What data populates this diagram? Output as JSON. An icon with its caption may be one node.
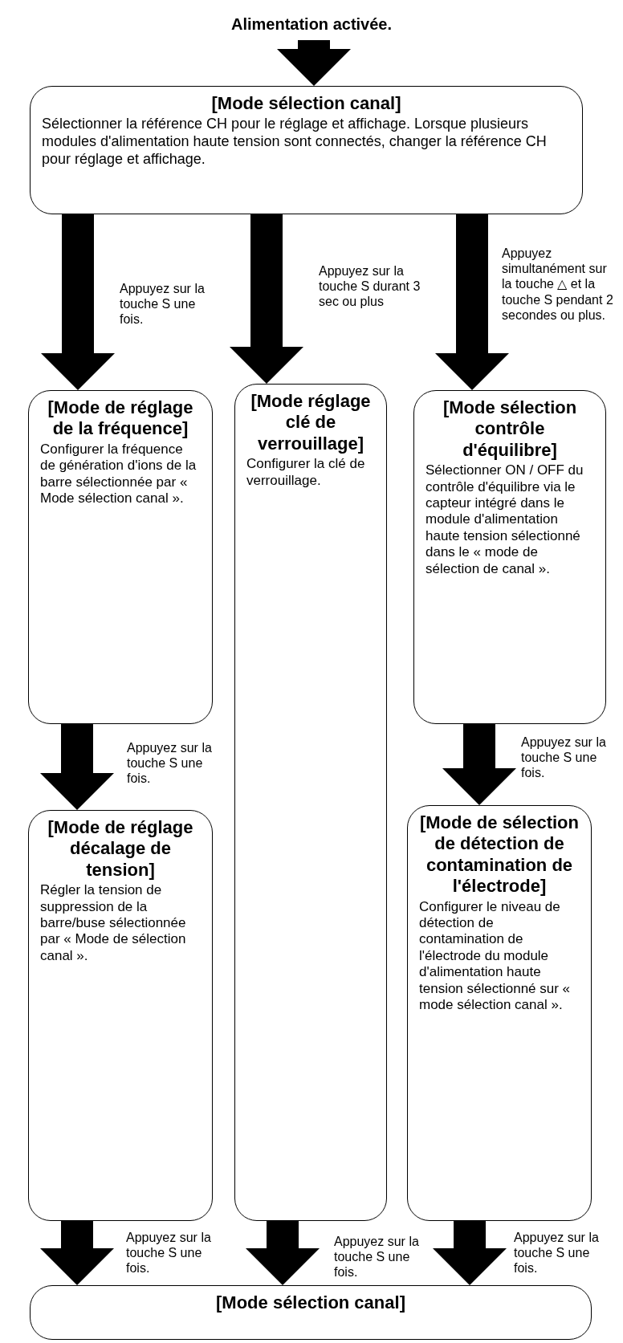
{
  "diagram": {
    "nodes": [
      {
        "text": [
          "Alimentation activée."
        ]
      },
      {
        "text": [
          "[Mode sélection canal]",
          "Sélectionner la référence CH pour le réglage et affichage. Lorsque plusieurs modules d'alimentation haute tension sont connectés, changer la référence CH pour réglage et affichage."
        ]
      },
      {
        "text": [
          "[Mode de réglage de la fréquence]",
          "Configurer la fréquence de génération d'ions de la barre sélectionnée par « Mode sélection canal »."
        ]
      },
      {
        "text": [
          "[Mode réglage clé de verrouillage]",
          "Configurer la clé de verrouillage."
        ]
      },
      {
        "text": [
          "[Mode sélection contrôle d'équilibre]",
          "Sélectionner ON / OFF du contrôle d'équilibre via le capteur intégré dans le module d'alimentation haute tension sélectionné dans le « mode de sélection de canal »."
        ]
      },
      {
        "text": [
          "[Mode de réglage décalage de tension]",
          "Régler la tension de suppression de la barre/buse sélectionnée par « Mode de sélection canal »."
        ]
      },
      {
        "text": [
          "[Mode de sélection de détection de contamination de l'électrode]",
          "Configurer le niveau de détection de contamination de l'électrode du module d'alimentation haute tension sélectionné sur « mode sélection canal »."
        ]
      },
      {
        "text": [
          "[Mode sélection canal]"
        ]
      }
    ],
    "edges": [
      {
        "from": 0,
        "to": 1,
        "arrow": "to"
      },
      {
        "from": 1,
        "to": 2,
        "arrow": "to",
        "label": "Appuyez sur la touche S une fois."
      },
      {
        "from": 1,
        "to": 3,
        "arrow": "to",
        "label": "Appuyez sur la touche S durant 3 sec ou plus"
      },
      {
        "from": 1,
        "to": 4,
        "arrow": "to",
        "label": "Appuyez simultanément sur la touche △ et la touche S pendant 2 secondes ou plus."
      },
      {
        "from": 2,
        "to": 5,
        "arrow": "to",
        "label": "Appuyez sur la touche S une fois."
      },
      {
        "from": 4,
        "to": 6,
        "arrow": "to",
        "label": "Appuyez sur la touche S une fois."
      },
      {
        "from": 5,
        "to": 7,
        "arrow": "to",
        "label": "Appuyez sur la touche S une fois."
      },
      {
        "from": 3,
        "to": 7,
        "arrow": "to",
        "label": "Appuyez sur la touche S une fois."
      },
      {
        "from": 6,
        "to": 7,
        "arrow": "to",
        "label": "Appuyez sur la touche S une fois."
      }
    ]
  }
}
